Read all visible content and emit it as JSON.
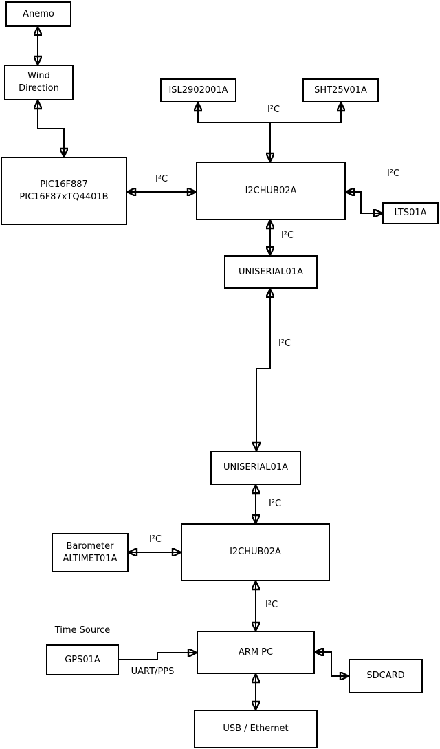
{
  "diagram": {
    "background_color": "#ffffff",
    "line_color": "#000000",
    "box_fill_color": "#ffffff",
    "box_border_color": "#000000",
    "boxes": {
      "anemo": {
        "label": "Anemo"
      },
      "wind_direction": {
        "lines": [
          "Wind",
          "Direction"
        ]
      },
      "pic": {
        "lines": [
          "PIC16F887",
          "PIC16F87xTQ4401B"
        ]
      },
      "isl": {
        "label": "ISL2902001A"
      },
      "sht": {
        "label": "SHT25V01A"
      },
      "i2c_hub_top": {
        "label": "I2CHUB02A"
      },
      "lts": {
        "label": "LTS01A"
      },
      "uniserial_top": {
        "label": "UNISERIAL01A"
      },
      "uniserial_bottom": {
        "label": "UNISERIAL01A"
      },
      "i2c_hub_bottom": {
        "label": "I2CHUB02A"
      },
      "barometer": {
        "lines": [
          "Barometer",
          "ALTIMET01A"
        ]
      },
      "gps": {
        "label": "GPS01A"
      },
      "arm_pc": {
        "label": "ARM PC"
      },
      "sdcard": {
        "label": "SDCARD"
      },
      "usb_ethernet": {
        "label": "USB / Ethernet"
      }
    },
    "edge_labels": {
      "i2c": "I²C",
      "time_source": "Time Source",
      "uart_pps": "UART/PPS"
    }
  }
}
